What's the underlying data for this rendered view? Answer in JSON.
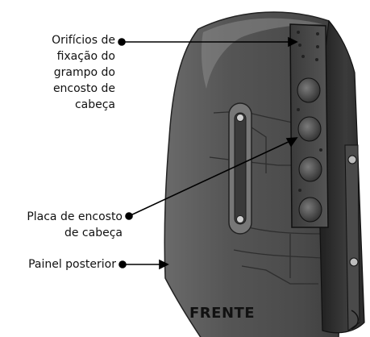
{
  "diagram": {
    "callouts": [
      {
        "id": "holes",
        "lines": [
          "Orifícios de",
          "fixação do",
          "grampo do",
          "encosto de",
          "cabeça"
        ]
      },
      {
        "id": "plate",
        "lines": [
          "Placa de encosto",
          "de cabeça"
        ]
      },
      {
        "id": "rear",
        "lines": [
          "Painel posterior"
        ]
      }
    ],
    "view_label": "FRENTE",
    "colors": {
      "body": "#555555",
      "body_dark": "#2a2a2a",
      "highlight": "#9a9a9a",
      "leader": "#000000"
    }
  }
}
